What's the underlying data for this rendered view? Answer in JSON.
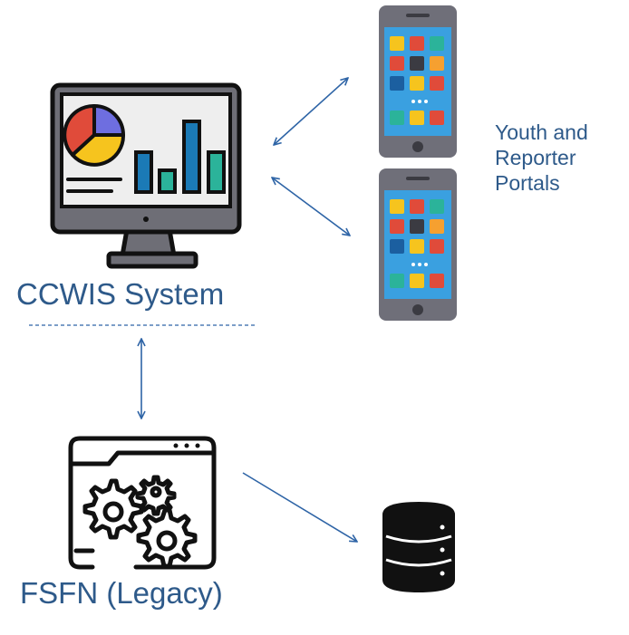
{
  "labels": {
    "ccwis_system": "CCWIS System",
    "fsfn_legacy": "FSFN (Legacy)",
    "portals_line1": "Youth and",
    "portals_line2": "Reporter",
    "portals_line3": "Portals"
  },
  "icons": {
    "monitor": "monitor-dashboard-icon",
    "phone": "mobile-phone-icon",
    "legacy": "browser-gears-icon",
    "database": "database-icon"
  },
  "colors": {
    "label_text": "#2e5a8a",
    "arrow": "#2e64a6",
    "outline": "#111111",
    "monitor_fill": "#eeeeee",
    "monitor_bezel": "#6e6e76",
    "phone_body": "#6f6f79",
    "phone_screen": "#3aa0e0",
    "chart_teal": "#2bb39a",
    "chart_blue": "#1b7ab6",
    "pie_red": "#e04b3a",
    "pie_yellow": "#f6c41e",
    "pie_purple": "#6e6ee0"
  }
}
